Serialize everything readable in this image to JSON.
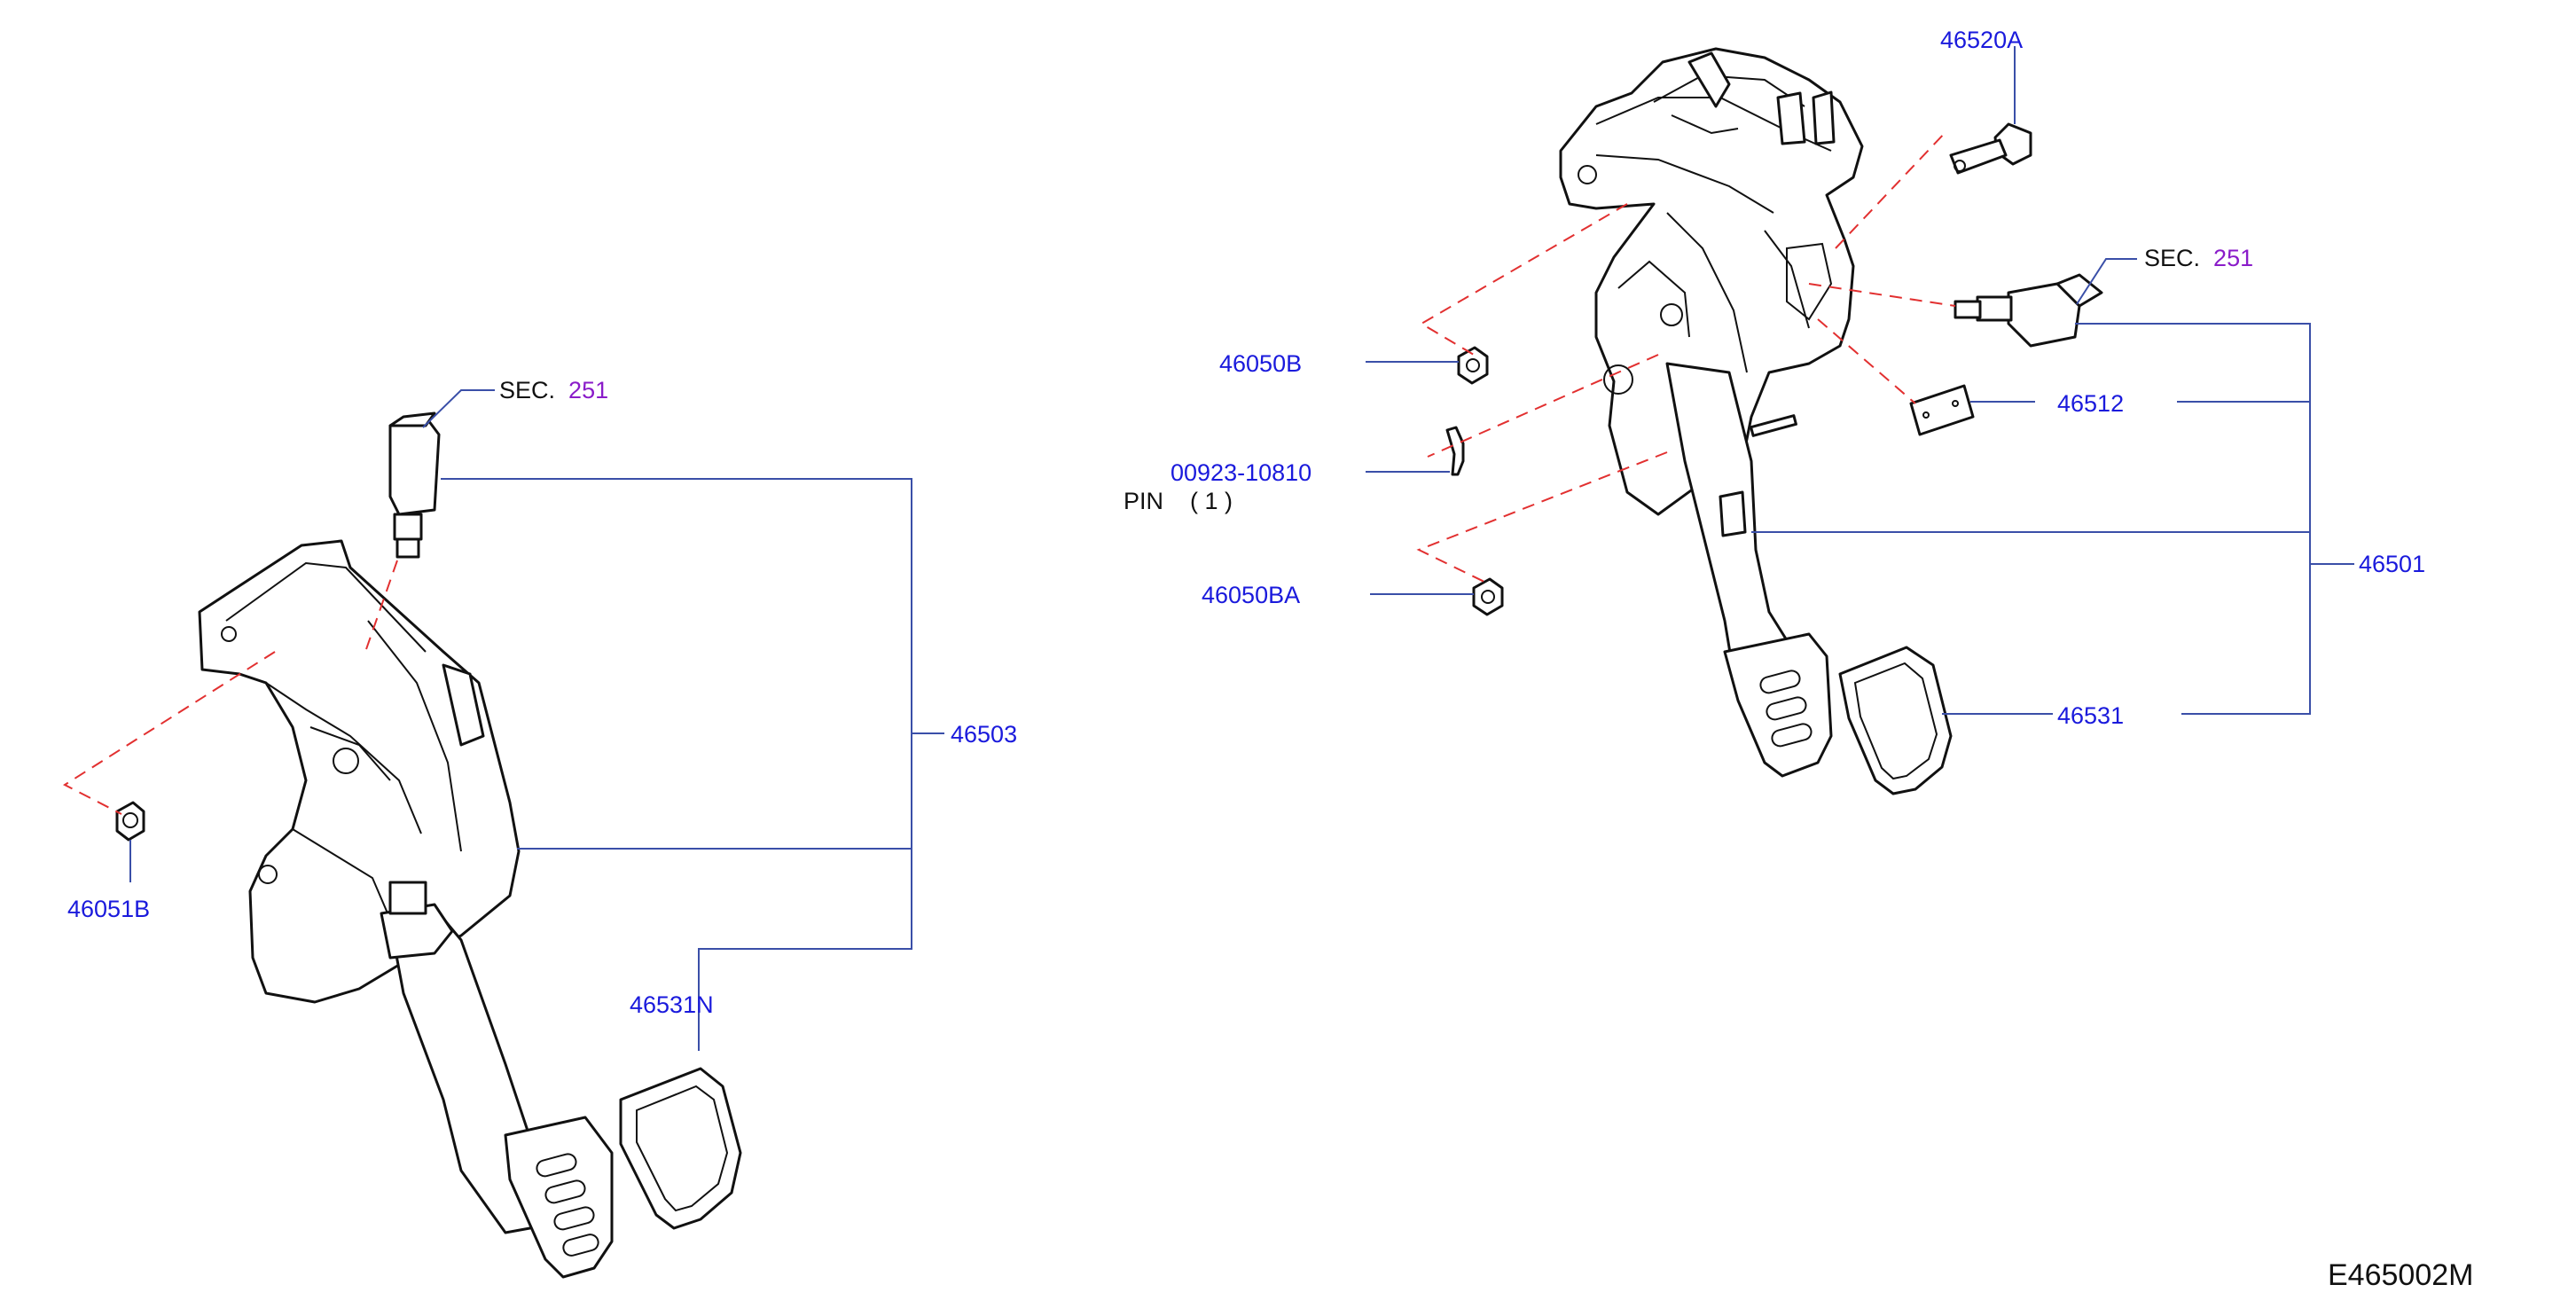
{
  "labels": {
    "sec_left": "SEC.",
    "sec_left_num": "251",
    "sec_right": "SEC.",
    "sec_right_num": "251",
    "p46503": "46503",
    "p46051B": "46051B",
    "p46531N": "46531N",
    "p46520A": "46520A",
    "p46050B": "46050B",
    "p00923": "00923-10810",
    "pin": "PIN",
    "pin_qty": "( 1 )",
    "p46050BA": "46050BA",
    "p46512": "46512",
    "p46501": "46501",
    "p46531": "46531",
    "diagram_code": "E465002M"
  },
  "colors": {
    "part_number": "#1a1adc",
    "section_ref": "#8a1cc9",
    "leader_line": "#3a4fa8",
    "dashed_line": "#e23030",
    "outline": "#111111"
  }
}
